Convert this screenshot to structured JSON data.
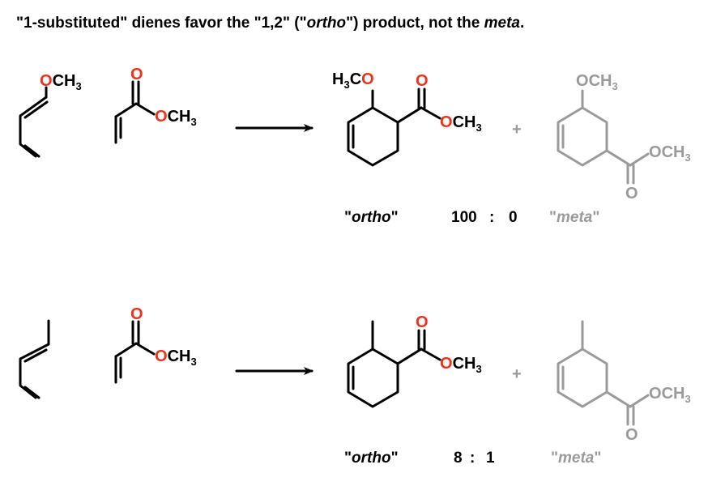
{
  "title": {
    "prefix": "\"1-substituted\" dienes favor the \"1,2\" (\"",
    "italic1": "ortho",
    "middle": "\") product, not the ",
    "italic2": "meta",
    "suffix": "."
  },
  "colors": {
    "bond": "#000000",
    "oxygen": "#e8341c",
    "minor": "#9a9a9a"
  },
  "atoms": {
    "O": "O",
    "CH3": "CH",
    "sub3": "3",
    "H3C_H": "H",
    "H3C_C": "C"
  },
  "symbols": {
    "plus": "+",
    "colon": ":",
    "quote": "\""
  },
  "reaction1": {
    "ortho_label": "ortho",
    "meta_label": "meta",
    "ratio_left": "100",
    "ratio_right": "0"
  },
  "reaction2": {
    "ortho_label": "ortho",
    "meta_label": "meta",
    "ratio_left": "8",
    "ratio_right": "1"
  }
}
